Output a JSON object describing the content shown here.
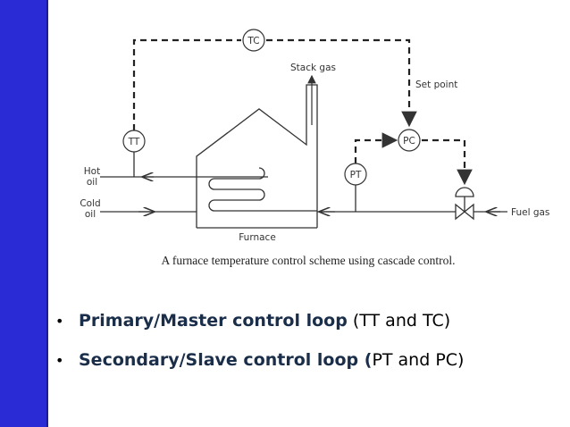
{
  "diagram": {
    "labels": {
      "tc": "TC",
      "tt": "TT",
      "pc": "PC",
      "pt": "PT",
      "stack_gas": "Stack gas",
      "set_point": "Set point",
      "hot_oil_1": "Hot",
      "hot_oil_2": "oil",
      "cold_oil_1": "Cold",
      "cold_oil_2": "oil",
      "fuel_gas": "Fuel gas",
      "furnace": "Furnace"
    },
    "caption": "A furnace temperature control scheme using cascade control."
  },
  "bullets": [
    {
      "bold": "Primary/Master control loop",
      "rest": " (TT and TC)"
    },
    {
      "bold": "Secondary/Slave control loop (",
      "rest": "PT and PC)"
    }
  ],
  "colors": {
    "sidebar": "#2b2bd6",
    "bold_text": "#1a2e4a"
  }
}
